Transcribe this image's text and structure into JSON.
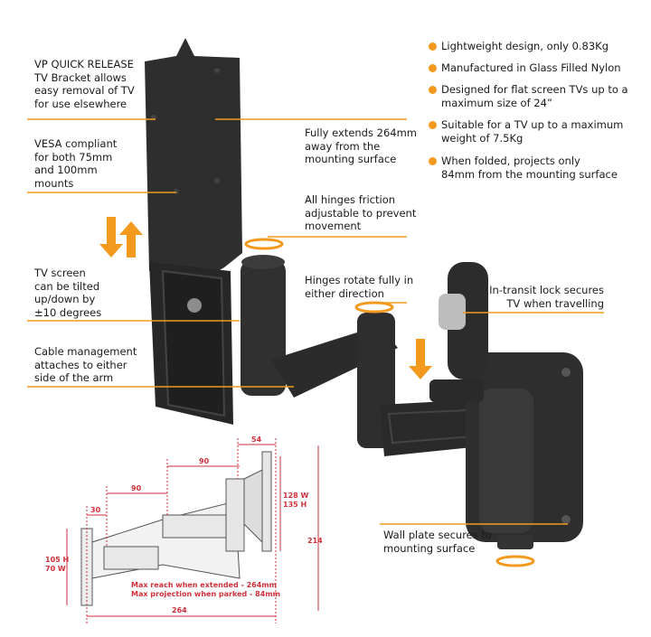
{
  "features": [
    "Lightweight design, only 0.83Kg",
    "Manufactured in Glass Filled Nylon",
    "Designed for flat screen TVs up to a\nmaximum size of 24”",
    "Suitable for a TV up to a maximum\nweight of 7.5Kg",
    "When folded, projects only\n84mm from the mounting surface"
  ],
  "callouts": {
    "quick_release": "VP QUICK RELEASE\nTV Bracket allows\neasy removal of TV\nfor use elsewhere",
    "vesa": "VESA compliant\nfor both 75mm\nand 100mm\nmounts",
    "tilt": "TV screen\ncan be tilted\nup/down by\n±10 degrees",
    "cable": "Cable management\nattaches to either\nside of the arm",
    "extends": "Fully extends 264mm\naway from the\nmounting surface",
    "friction": "All hinges friction\nadjustable to prevent\nmovement",
    "rotate": "Hinges rotate fully in\neither direction",
    "lock": "In-transit lock secures\nTV when travelling",
    "wall_plate": "Wall plate secures to\nmounting surface"
  },
  "dimensions": {
    "d54": "54",
    "d90_top": "90",
    "d90_mid": "90",
    "d30": "30",
    "tv_w": "128 W",
    "tv_h": "135 H",
    "d214": "214",
    "plate_h": "105 H",
    "plate_w": "70 W",
    "note1": "Max reach when extended - 264mm",
    "note2": "Max projection when parked - 84mm",
    "d264": "264"
  },
  "colors": {
    "accent": "#f39a1e",
    "dimension": "#d0303a",
    "product": "#2b2b2b"
  }
}
